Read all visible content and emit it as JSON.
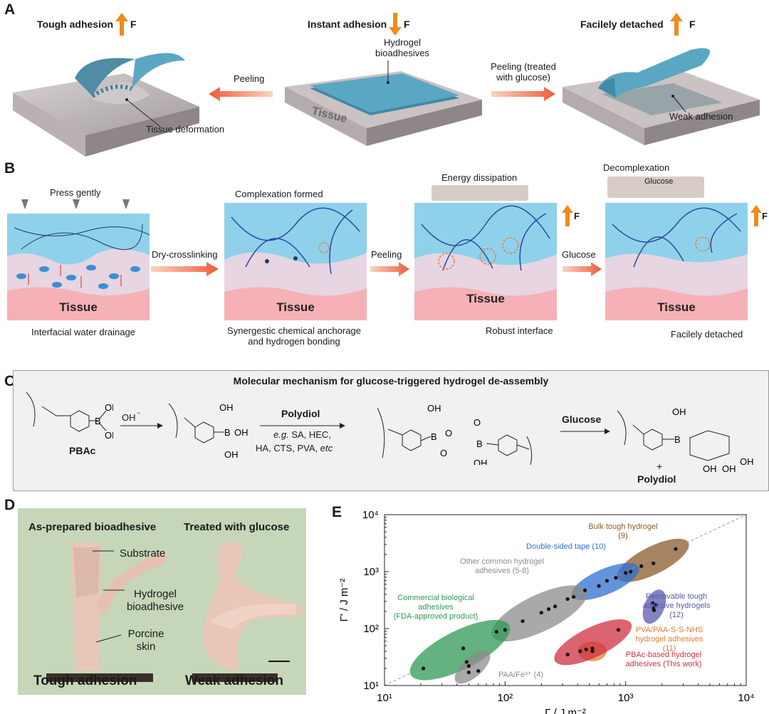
{
  "panel_labels": {
    "a": "A",
    "b": "B",
    "c": "C",
    "d": "D",
    "e": "E"
  },
  "panelA": {
    "tough_title": "Tough adhesion",
    "instant_title": "Instant adhesion",
    "detached_title": "Facilely detached",
    "force": "F",
    "peeling": "Peeling",
    "peeling_glucose_line1": "Peeling (treated",
    "peeling_glucose_line2": "with glucose)",
    "hydrogel_line1": "Hydrogel",
    "hydrogel_line2": "bioadhesives",
    "tissue": "Tissue",
    "tissue_deformation": "Tissue deformation",
    "weak_adhesion": "Weak adhesion"
  },
  "panelB": {
    "press_gently": "Press gently",
    "dry_crosslinking": "Dry-crosslinking",
    "peeling": "Peeling",
    "glucose_arrow": "Glucose",
    "complexation_formed": "Complexation formed",
    "energy_dissipation": "Energy dissipation",
    "decomplexation": "Decomplexation",
    "glucose_box": "Glucose",
    "force": "F",
    "tissue": "Tissue",
    "interfacial_water": "Interfacial water drainage",
    "synergestic_line1": "Synergestic chemical anchorage",
    "synergestic_line2": "and hydrogen bonding",
    "robust_interface": "Robust interface",
    "facilely_detached": "Facilely detached"
  },
  "panelC": {
    "title": "Molecular mechanism for glucose-triggered hydrogel de-assembly",
    "pbac": "PBAc",
    "oh_minus": "OH",
    "polydiol": "Polydiol",
    "eg_line1": "SA, HEC,",
    "eg_prefix": "e.g.",
    "eg_line2": "HA, CTS, PVA,",
    "etc": "etc",
    "glucose": "Glucose",
    "plus": "+",
    "polydiol_product": "Polydiol",
    "oh": "OH",
    "b": "B",
    "o": "O"
  },
  "panelD": {
    "as_prepared": "As-prepared bioadhesive",
    "treated": "Treated with glucose",
    "substrate": "Substrate",
    "hydrogel_line1": "Hydrogel",
    "hydrogel_line2": "bioadhesive",
    "porcine_line1": "Porcine",
    "porcine_line2": "skin",
    "tough_adhesion": "Tough adhesion",
    "weak_adhesion": "Weak adhesion"
  },
  "chart_data": {
    "type": "scatter",
    "xlabel": "Γ / J m⁻²",
    "ylabel": "Γ' / J m⁻²",
    "xscale": "log",
    "yscale": "log",
    "xlim": [
      10,
      10000
    ],
    "ylim": [
      10,
      10000
    ],
    "ticks": [
      "10¹",
      "10²",
      "10³",
      "10⁴"
    ],
    "reference_line": "y = x (dashed)",
    "groups": [
      {
        "name": "Bulk tough hydrogel (9)",
        "color": "#8a5a2b",
        "points": [
          [
            1700,
            1400
          ],
          [
            2600,
            2500
          ],
          [
            1100,
            1000
          ],
          [
            1350,
            1250
          ]
        ]
      },
      {
        "name": "Double-sided tape (10)",
        "color": "#2f6fd0",
        "points": [
          [
            460,
            470
          ],
          [
            700,
            690
          ],
          [
            830,
            780
          ],
          [
            1000,
            950
          ],
          [
            600,
            560
          ]
        ]
      },
      {
        "name": "Other common hydrogel adhesives (5-8)",
        "color": "#8c8c8c",
        "points": [
          [
            100,
            95
          ],
          [
            140,
            135
          ],
          [
            200,
            190
          ],
          [
            260,
            245
          ],
          [
            330,
            330
          ],
          [
            370,
            360
          ],
          [
            230,
            220
          ]
        ]
      },
      {
        "name": "Commercial biological adhesives (FDA-approved product)",
        "color": "#2e9a55",
        "points": [
          [
            21,
            20
          ],
          [
            45,
            45
          ],
          [
            85,
            88
          ]
        ]
      },
      {
        "name": "PAA/Fe³⁺ (4)",
        "color": "#8c8c8c",
        "points": [
          [
            48,
            26
          ],
          [
            50,
            22
          ],
          [
            50,
            17
          ],
          [
            60,
            18
          ]
        ]
      },
      {
        "name": "Removable tough adhesive hydrogels (12)",
        "color": "#5a5ab0",
        "points": [
          [
            1680,
            280
          ],
          [
            1780,
            260
          ],
          [
            1700,
            230
          ],
          [
            1720,
            210
          ]
        ]
      },
      {
        "name": "PVA/PAA-S-S-NHS hydrogel adhesives (11)",
        "color": "#e08030",
        "points": [
          [
            530,
            40
          ]
        ]
      },
      {
        "name": "PBAc-based hydrogel adhesives (This work)",
        "color": "#d03040",
        "points": [
          [
            330,
            35
          ],
          [
            420,
            40
          ],
          [
            470,
            43
          ],
          [
            530,
            45
          ],
          [
            870,
            95
          ]
        ]
      }
    ]
  },
  "colors": {
    "arrow": "#f08a1c",
    "hydrogel": "#5aa7c4",
    "tissue_pink": "#f5b1b6",
    "hydrogel_light": "#8fd1ea",
    "interface": "#e7d5e2"
  }
}
